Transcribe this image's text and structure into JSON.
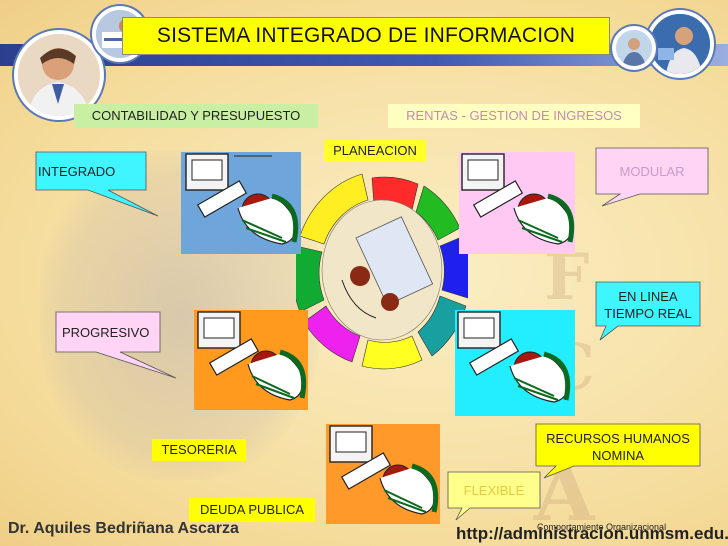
{
  "title": "SISTEMA INTEGRADO DE INFORMACION",
  "labels": {
    "contabilidad": "CONTABILIDAD Y PRESUPUESTO",
    "rentas": "RENTAS - GESTION DE INGRESOS",
    "planeacion": "PLANEACION",
    "integrado": "INTEGRADO",
    "modular": "MODULAR",
    "en_linea_1": "EN LINEA",
    "en_linea_2": "TIEMPO REAL",
    "progresivo": "PROGRESIVO",
    "tesoreria": "TESORERIA",
    "rrhh_1": "RECURSOS HUMANOS",
    "rrhh_2": "NOMINA",
    "flexible": "FLEXIBLE",
    "deuda": "DEUDA PUBLICA"
  },
  "watermark_letters": [
    "F",
    "C",
    "A"
  ],
  "footer": {
    "author": "Dr. Aquiles Bedriñana Ascarza",
    "url": "http://administracion.unmsm.edu.pe",
    "course": "Comportamiento Organizacional"
  },
  "colors": {
    "title_bg": "#ffff00",
    "contabilidad_bg": "#c9f0a2",
    "rentas_bg": "#ffffc2",
    "rentas_text": "#c98ab0",
    "planeacion_bg": "#ffff2a",
    "integrado_bg": "#3ff5ff",
    "modular_bg": "#ffd4f4",
    "modular_text": "#c99acb",
    "en_linea_bg": "#3ff5ff",
    "progresivo_bg": "#ffd4f4",
    "tesoreria_bg": "#ffff00",
    "rrhh_bg": "#ffff00",
    "flexible_bg": "#ffff8c",
    "flexible_text": "#e6cc40",
    "deuda_bg": "#ffff00",
    "panel_blue": "#6ea6dc",
    "panel_pink": "#ffc9f4",
    "panel_orange": "#ff9a1e",
    "panel_cyan": "#22eeff",
    "panel_orange2": "#ff9a2a"
  }
}
